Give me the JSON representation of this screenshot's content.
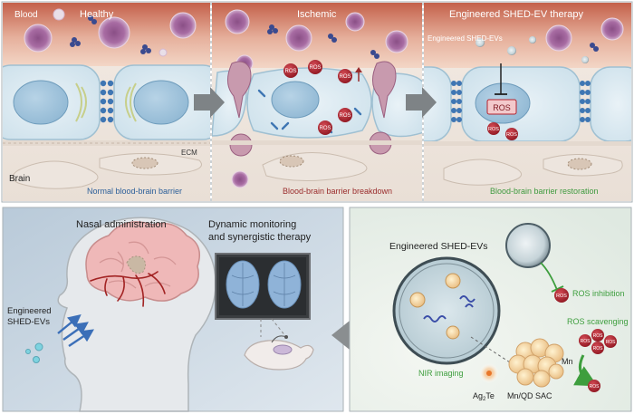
{
  "top_panels": {
    "healthy": {
      "title": "Healthy",
      "corner_label": "Blood",
      "ecm_label": "ECM",
      "brain_label": "Brain",
      "caption": "Normal blood-brain barrier"
    },
    "ischemic": {
      "title": "Ischemic",
      "ros_label": "ROS",
      "caption": "Blood-brain barrier breakdown"
    },
    "therapy": {
      "title": "Engineered SHED-EV therapy",
      "ev_label": "Engineered SHED-EVs",
      "ros_box_label": "ROS",
      "ros_label": "ROS",
      "caption": "Blood-brain barrier restoration"
    }
  },
  "bottom_left": {
    "nasal_title": "Nasal administration",
    "monitor_title_line1": "Dynamic monitoring",
    "monitor_title_line2": "and synergistic therapy",
    "ev_label_line1": "Engineered",
    "ev_label_line2": "SHED-EVs"
  },
  "bottom_right": {
    "title": "Engineered SHED-EVs",
    "ros_label": "ROS",
    "ros_inhibition": "ROS inhibition",
    "ros_scavenging": "ROS scavenging",
    "mn_label": "Mn",
    "nir_imaging": "NIR imaging",
    "ag2te_base": "Ag",
    "ag2te_sub": "2",
    "ag2te_end": "Te",
    "sac_label": "Mn/QD SAC"
  },
  "colors": {
    "blood_top": "#c8654f",
    "blood_bottom": "#f0d2c0",
    "membrane": "#b8d5e2",
    "nucleus": "#8a5b8a",
    "ros": "#b3232f",
    "caption_blue": "#2c5f99",
    "caption_red": "#9a2c2c",
    "caption_green": "#3f9a3f",
    "ros_green": "#3e9e3e",
    "bottom_left_bg": "#c8d6e2",
    "bottom_right_bg": "#e6eee6",
    "arrow_gray": "#8a8e90"
  }
}
